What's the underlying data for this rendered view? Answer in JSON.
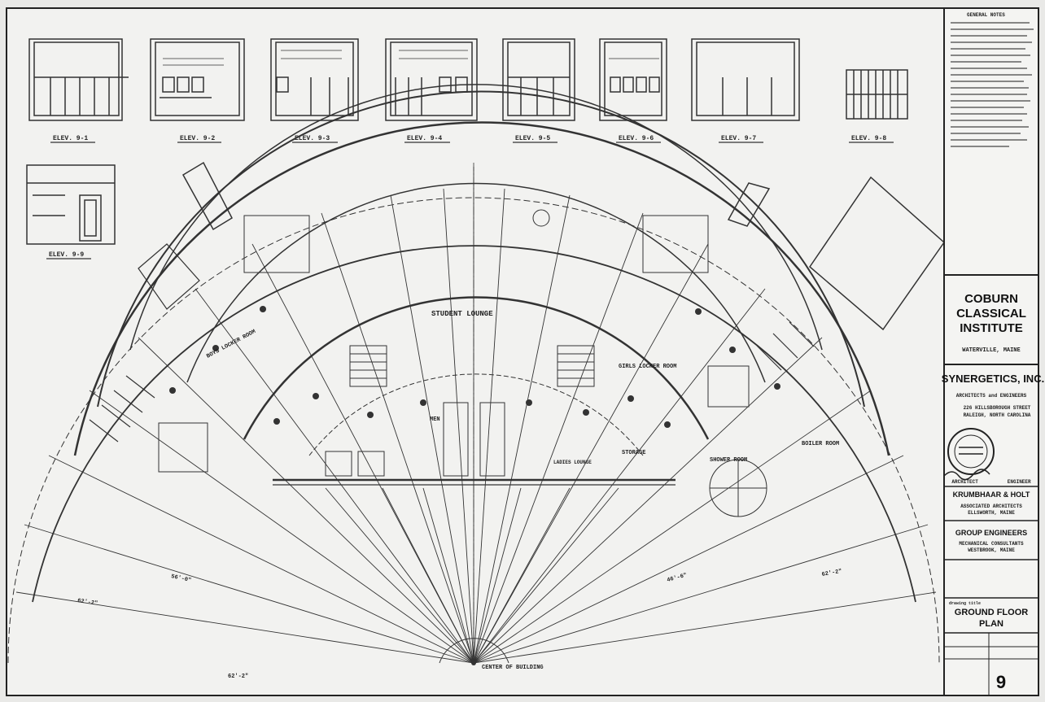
{
  "elevations": [
    {
      "label": "ELEV. 9-1"
    },
    {
      "label": "ELEV. 9-2"
    },
    {
      "label": "ELEV. 9-3"
    },
    {
      "label": "ELEV. 9-4"
    },
    {
      "label": "ELEV. 9-5"
    },
    {
      "label": "ELEV. 9-6"
    },
    {
      "label": "ELEV. 9-7"
    },
    {
      "label": "ELEV. 9-8"
    },
    {
      "label": "ELEV. 9-9"
    }
  ],
  "rooms": {
    "student_lounge": "STUDENT LOUNGE",
    "boys_locker": "BOYS LOCKER ROOM",
    "girls_locker": "GIRLS LOCKER ROOM",
    "storage": "STORAGE",
    "shower_room": "SHOWER ROOM",
    "boiler_room": "BOILER ROOM",
    "ladies_lounge": "LADIES LOUNGE",
    "men": "MEN"
  },
  "center_label": "CENTER OF BUILDING",
  "dimensions": [
    "62'-2\"",
    "62'-2\"",
    "56'-0\"",
    "46'-6\"",
    "62'-2\""
  ],
  "title_block": {
    "general_notes": "GENERAL NOTES",
    "school_name": [
      "COBURN",
      "CLASSICAL",
      "INSTITUTE"
    ],
    "school_location": "WATERVILLE, MAINE",
    "firm_name": "SYNERGETICS, INC.",
    "firm_sub": "ARCHITECTS and ENGINEERS",
    "firm_address": [
      "226 HILLSBOROUGH STREET",
      "RALEIGH, NORTH CAROLINA"
    ],
    "architect_engineer": "ARCHITECT          ENGINEER",
    "assoc_name": "KRUMBHAAR & HOLT",
    "assoc_sub": [
      "ASSOCIATED ARCHITECTS",
      "ELLSWORTH, MAINE"
    ],
    "eng_name": "GROUP ENGINEERS",
    "eng_sub": [
      "MECHANICAL CONSULTANTS",
      "WESTBROOK, MAINE"
    ],
    "drawing_title_caption": "drawing title",
    "drawing_title": [
      "GROUND FLOOR",
      "PLAN"
    ],
    "sheet_number": "9"
  }
}
